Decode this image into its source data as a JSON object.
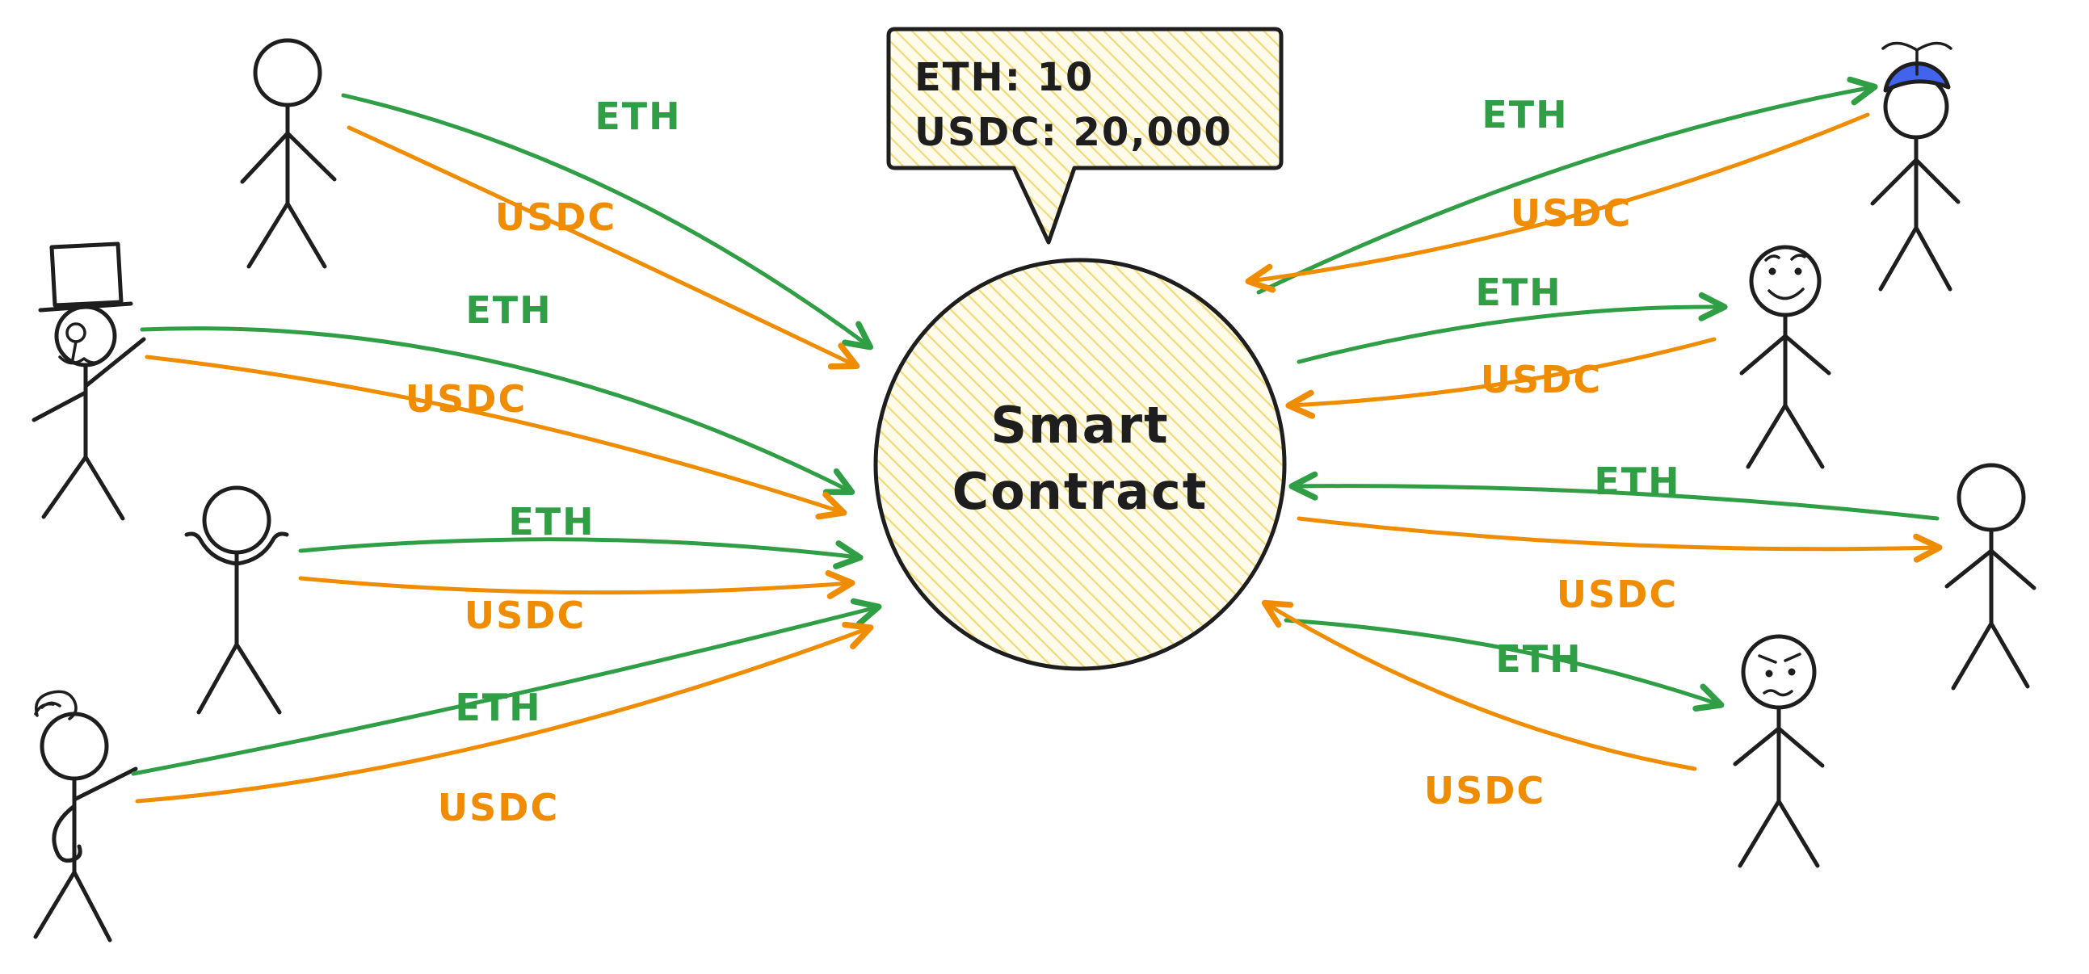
{
  "diagram": {
    "kind": "hand-drawn sketch",
    "topic": "Smart contract liquidity pool receiving and sending ETH and USDC between stick-figure users"
  },
  "contract": {
    "label_line1": "Smart",
    "label_line2": "Contract"
  },
  "callout": {
    "line1": "ETH: 10",
    "line2": "USDC: 20,000"
  },
  "colors": {
    "eth_green": "#2f9e44",
    "usdc_orange": "#f08c00",
    "ink_black": "#1e1e1e",
    "pool_fill_yellow": "#fffbea",
    "hatch_yellow": "#f2da7a",
    "cap_blue": "#4263eb"
  },
  "actors": {
    "left": [
      {
        "id": "lp-1",
        "figure": "plain-stick-figure",
        "arrows": [
          {
            "token": "ETH",
            "direction": "to-contract"
          },
          {
            "token": "USDC",
            "direction": "to-contract"
          }
        ]
      },
      {
        "id": "lp-2",
        "figure": "top-hat-monocle-stick-figure",
        "arrows": [
          {
            "token": "ETH",
            "direction": "to-contract"
          },
          {
            "token": "USDC",
            "direction": "to-contract"
          }
        ]
      },
      {
        "id": "lp-3",
        "figure": "shrugging-stick-figure",
        "arrows": [
          {
            "token": "ETH",
            "direction": "to-contract"
          },
          {
            "token": "USDC",
            "direction": "to-contract"
          }
        ]
      },
      {
        "id": "lp-4",
        "figure": "hair-bun-stick-figure",
        "arrows": [
          {
            "token": "ETH",
            "direction": "to-contract"
          },
          {
            "token": "USDC",
            "direction": "to-contract"
          }
        ]
      }
    ],
    "right": [
      {
        "id": "trader-1",
        "figure": "propeller-cap-stick-figure",
        "arrows": [
          {
            "token": "ETH",
            "direction": "to-actor"
          },
          {
            "token": "USDC",
            "direction": "to-contract"
          }
        ]
      },
      {
        "id": "trader-2",
        "figure": "smiling-stick-figure",
        "arrows": [
          {
            "token": "ETH",
            "direction": "to-actor"
          },
          {
            "token": "USDC",
            "direction": "to-contract"
          }
        ]
      },
      {
        "id": "trader-3",
        "figure": "plain-stick-figure",
        "arrows": [
          {
            "token": "ETH",
            "direction": "to-contract"
          },
          {
            "token": "USDC",
            "direction": "to-actor"
          }
        ]
      },
      {
        "id": "trader-4",
        "figure": "worried-stick-figure",
        "arrows": [
          {
            "token": "ETH",
            "direction": "to-actor"
          },
          {
            "token": "USDC",
            "direction": "to-contract"
          }
        ]
      }
    ]
  }
}
